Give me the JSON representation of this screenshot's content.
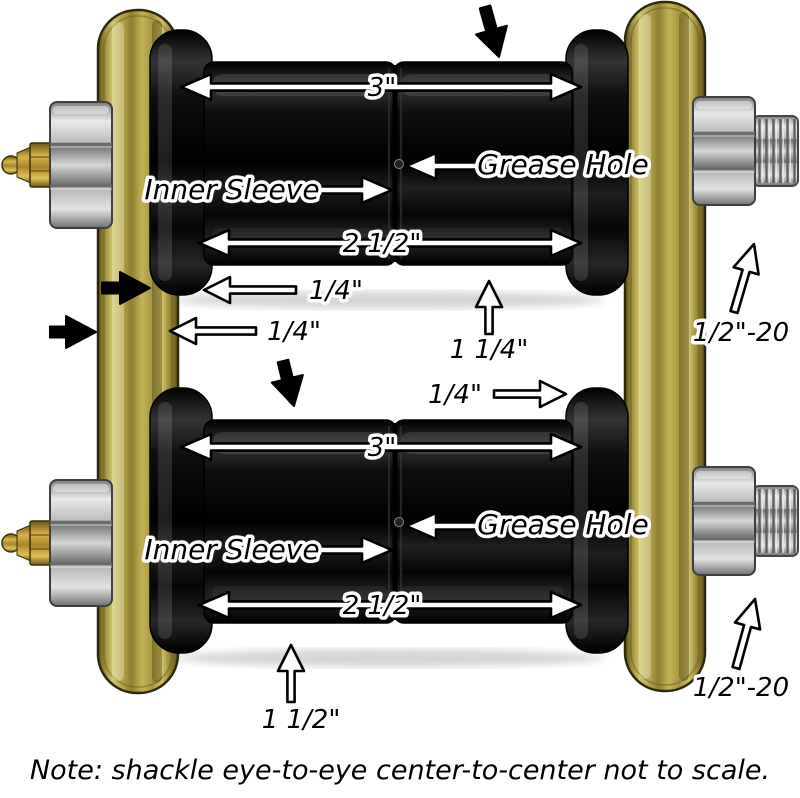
{
  "note": "Note: shackle eye-to-eye center-to-center not to scale.",
  "labels": {
    "top": {
      "overall_width": "3\"",
      "grease_hole": "Grease Hole",
      "inner_sleeve": "Inner Sleeve",
      "sleeve_length": "2 1/2\"",
      "flange_thickness": "1/4\"",
      "gap": "1/4\"",
      "diameter": "1 1/4\"",
      "thread_size": "1/2\"-20"
    },
    "bottom": {
      "gap": "1/4\"",
      "overall_width": "3\"",
      "grease_hole": "Grease Hole",
      "inner_sleeve": "Inner Sleeve",
      "sleeve_length": "2 1/2\"",
      "diameter": "1 1/2\"",
      "thread_size": "1/2\"-20"
    }
  },
  "colors": {
    "background": "#ffffff",
    "plate_gold": "#b7a64a",
    "bushing_black": "#0a0a0a",
    "hardware_zinc": "#cfcfcf",
    "fitting_brass": "#c0983a",
    "arrow_fill": "#ffffff",
    "arrow_outline": "#000000",
    "text": "#000000"
  }
}
